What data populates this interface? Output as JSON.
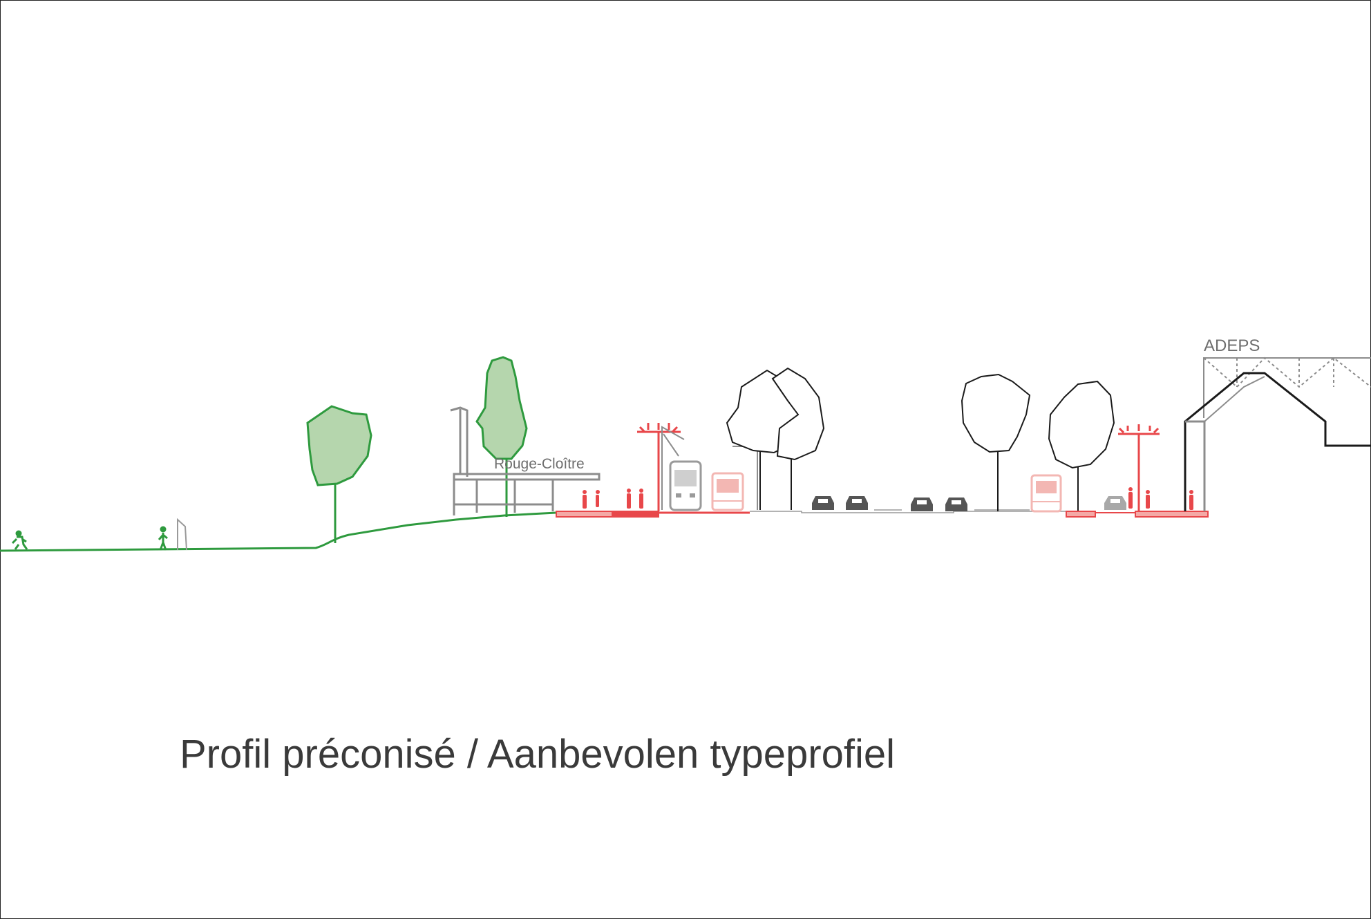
{
  "diagram": {
    "caption": "Profil préconisé / Aanbevolen typeprofiel",
    "labels": {
      "station": "Rouge-Cloître",
      "building": "ADEPS"
    },
    "colors": {
      "green_line": "#2e9a3e",
      "green_fill": "#b5d6ad",
      "red_accent": "#e8474a",
      "red_fill": "#f4a9a6",
      "pink_vehicle": "#f3b7b3",
      "grey_structure": "#8c8c8c",
      "dark_vehicle": "#555555",
      "outline": "#1a1a1a"
    },
    "icons": [
      "pedestrian-icon",
      "runner-icon",
      "tree-icon",
      "tram-icon",
      "bus-icon",
      "car-icon",
      "street-lamp-icon",
      "catenary-pole-icon",
      "goal-post-icon"
    ]
  }
}
